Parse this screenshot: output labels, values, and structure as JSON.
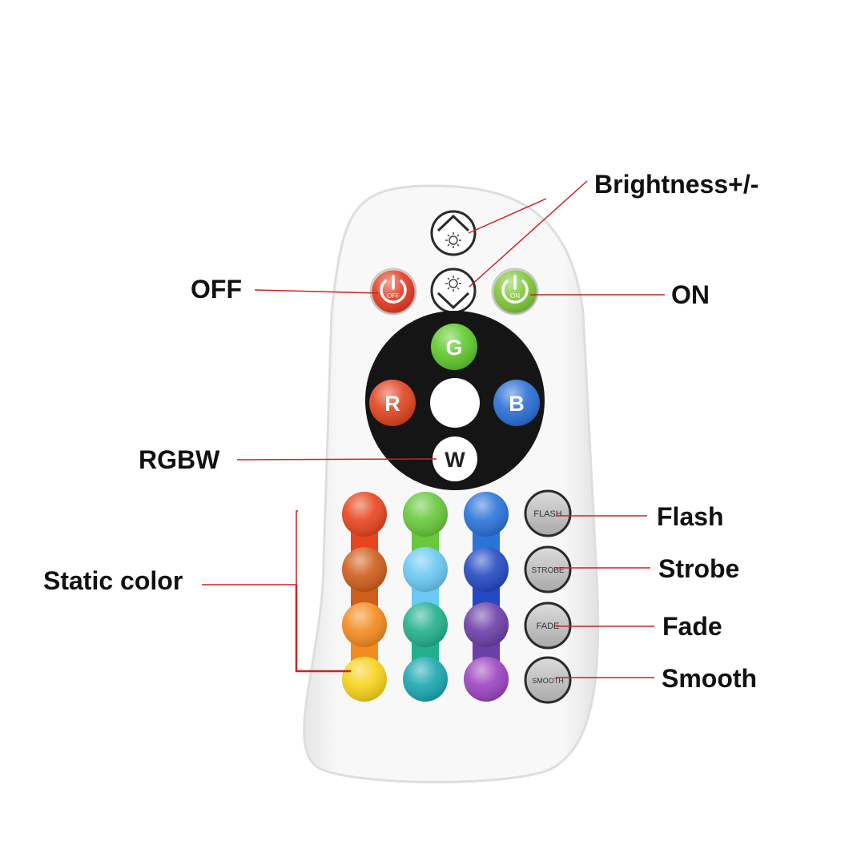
{
  "callouts": {
    "brightness": "Brightness+/-",
    "off": "OFF",
    "on": "ON",
    "rgbw": "RGBW",
    "static_color": "Static color",
    "flash": "Flash",
    "strobe": "Strobe",
    "fade": "Fade",
    "smooth": "Smooth"
  },
  "buttons": {
    "off": "OFF",
    "on": "ON",
    "g": "G",
    "r": "R",
    "b": "B",
    "w": "W",
    "flash": "FLASH",
    "strobe": "STROBE",
    "fade": "FADE",
    "smooth": "SMOOTH"
  },
  "colors": {
    "remote_body": "#f7f7f7",
    "callout_line": "#cc2222",
    "off_button": "#e5391f",
    "on_button": "#7cc734",
    "g_button": "#5ec82b",
    "r_button": "#e0431e",
    "b_button": "#2a6fd6",
    "static_column_1": [
      "#e7451d",
      "#cf5e1a",
      "#f38b1f",
      "#f6d21a"
    ],
    "static_column_2": [
      "#66c83a",
      "#6ac8f2",
      "#22b08c",
      "#1aa7b0"
    ],
    "static_column_3": [
      "#2a73d8",
      "#2549c2",
      "#6b3fa8",
      "#9b44bf"
    ]
  },
  "icons": {
    "brightness_up": "sun-arrow-up-icon",
    "brightness_down": "sun-arrow-down-icon",
    "power": "power-icon"
  }
}
